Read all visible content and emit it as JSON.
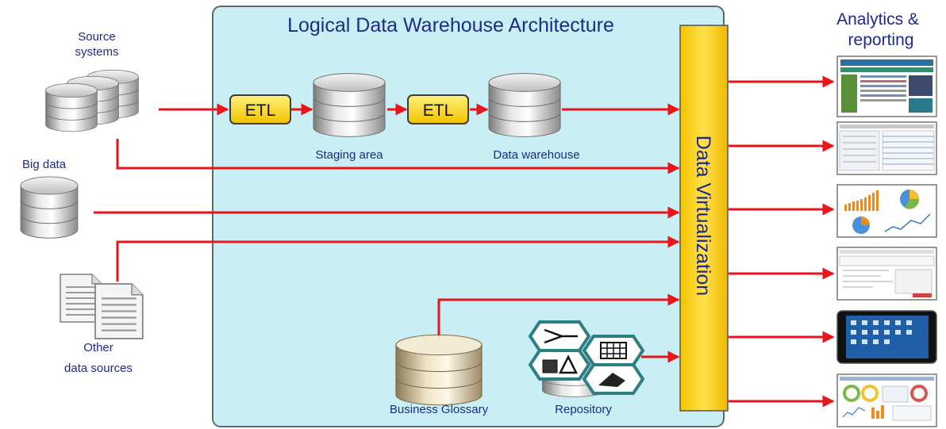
{
  "title": "Logical Data Warehouse Architecture",
  "virtualization_label": "Data Virtualization",
  "analytics_title": [
    "Analytics &",
    "reporting"
  ],
  "sources": {
    "source_systems": [
      "Source",
      "systems"
    ],
    "big_data": "Big data",
    "other": [
      "Other",
      "data sources"
    ]
  },
  "etl_label": "ETL",
  "staging_label": "Staging area",
  "warehouse_label": "Data warehouse",
  "glossary_label": "Business Glossary",
  "repository_label": "Repository",
  "colors": {
    "panel": "#c9eef3",
    "arrow": "#e8161b",
    "virtualization": "#ffd400",
    "etl": "#ffd400",
    "text": "#1f2a8a"
  }
}
